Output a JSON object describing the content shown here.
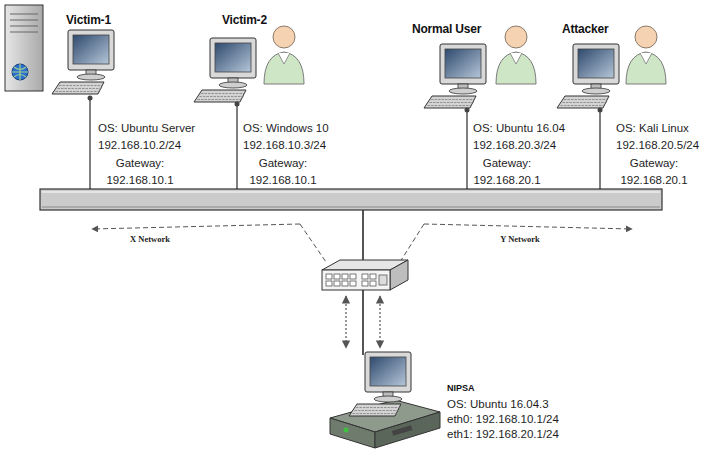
{
  "diagram": {
    "nodes": [
      {
        "text": [
          "Victim-1",
          "OS: Ubuntu Server",
          "192.168.10.2/24",
          "Gateway:",
          "192.168.10.1"
        ]
      },
      {
        "text": [
          "Victim-2",
          "OS: Windows 10",
          "192.168.10.3/24",
          "Gateway:",
          "192.168.10.1"
        ]
      },
      {
        "text": [
          "Normal User",
          "OS: Ubuntu 16.04",
          "192.168.20.3/24",
          "Gateway:",
          "192.168.20.1"
        ]
      },
      {
        "text": [
          "Attacker",
          "OS: Kali Linux",
          "192.168.20.5/24",
          "Gateway:",
          "192.168.20.1"
        ]
      },
      {
        "text": [
          "NIPSA",
          "OS: Ubuntu 16.04.3",
          "eth0: 192.168.10.1/24",
          "eth1: 192.168.20.1/24"
        ]
      }
    ],
    "edges": [
      {
        "from": 0,
        "to": 4,
        "arrow": "none"
      },
      {
        "from": 1,
        "to": 4,
        "arrow": "none"
      },
      {
        "from": 2,
        "to": 4,
        "arrow": "none"
      },
      {
        "from": 3,
        "to": 4,
        "arrow": "none"
      }
    ],
    "labels": [
      "X Network",
      "Y Network"
    ]
  }
}
